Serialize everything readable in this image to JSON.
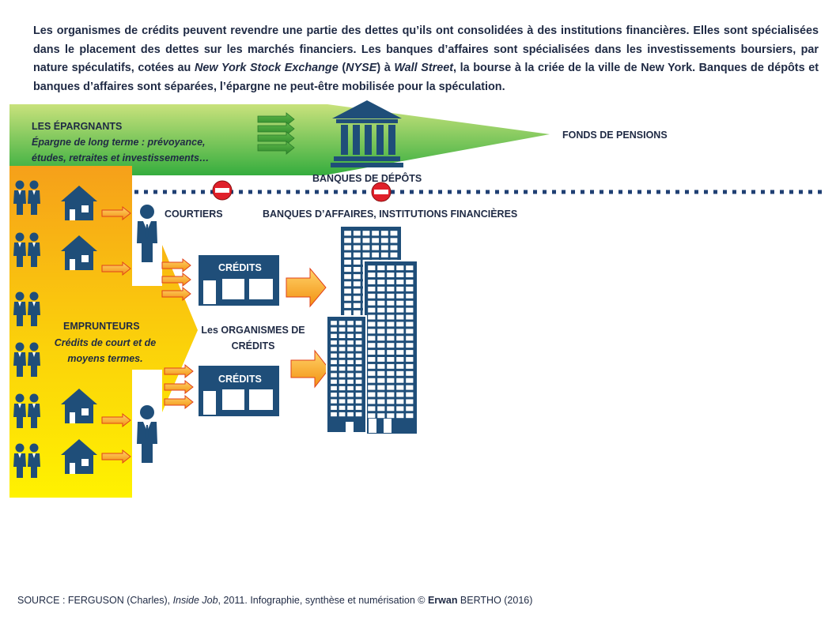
{
  "intro": {
    "p1": "Les organismes de crédits peuvent revendre une partie des dettes qu’ils ont consolidées à des institutions financières. Elles  sont spécialisées dans le placement des dettes sur les marchés financiers. Les banques d’affaires sont spécialisées dans les investissements boursiers, par nature spéculatifs, cotées au ",
    "nyse_name": "New York Stock Exchange",
    "p2": " (",
    "nyse_abbr": "NYSE",
    "p3": ") à ",
    "wall_street": "Wall Street",
    "p4": ", la bourse à la criée de la ville de New York. Banques de dépôts et banques d’affaires sont séparées, l’épargne ne peut-être mobilisée pour la spéculation."
  },
  "savers": {
    "title": "LES ÉPARGNANTS",
    "subtitle": "Épargne de long terme : prévoyance, études, retraites et investissements…"
  },
  "pension_funds": "FONDS DE PENSIONS",
  "deposit_banks": "BANQUES DE DÉPÔTS",
  "brokers": "COURTIERS",
  "investment_banks": "BANQUES D’AFFAIRES, INSTITUTIONS FINANCIÈRES",
  "borrowers": {
    "title": "EMPRUNTEURS",
    "subtitle": "Crédits de court et de moyens termes."
  },
  "credit_box_label": "CRÉDITS",
  "credit_orgs": "Les ORGANISMES DE CRÉDITS",
  "source": {
    "prefix": "SOURCE : FERGUSON (Charles), ",
    "work": "Inside Job",
    "middle": ", 2011. Infographie, synthèse et numérisation © ",
    "author_first": "Erwan",
    "suffix": " BERTHO (2016)"
  },
  "colors": {
    "navy": "#1f4e79",
    "text": "#1f2a44",
    "green_light": "#c6e07a",
    "green_dark": "#3cb043",
    "orange": "#f7a21a",
    "yellow": "#ffee00",
    "red": "#e0202a"
  }
}
